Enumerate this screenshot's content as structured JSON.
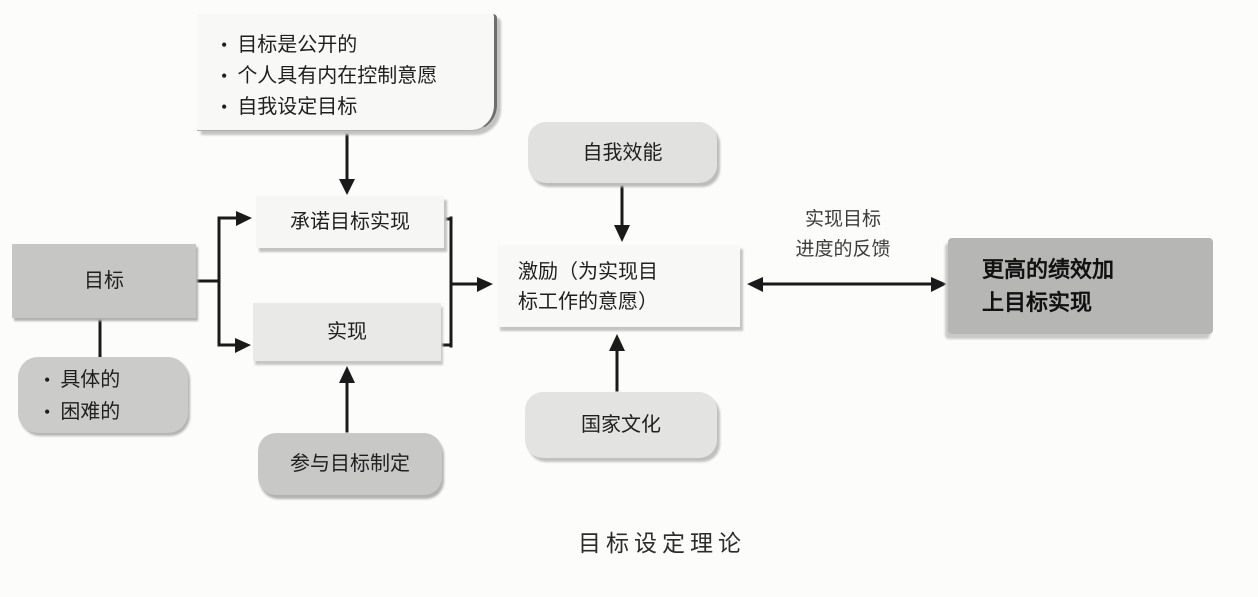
{
  "ui": {
    "bullet": "•"
  },
  "diagram": {
    "caption": "目标设定理论",
    "nodes": {
      "goal_attributes": {
        "lines": [
          "目标是公开的",
          "个人具有内在控制意愿",
          "自我设定目标"
        ]
      },
      "goal": {
        "label": "目标"
      },
      "goal_properties": {
        "lines": [
          "具体的",
          "困难的"
        ]
      },
      "commitment": {
        "label": "承诺目标实现"
      },
      "achievement": {
        "label": "实现"
      },
      "participation": {
        "label": "参与目标制定"
      },
      "self_efficacy": {
        "label": "自我效能"
      },
      "motivation": {
        "lines": [
          "激励（为实现目",
          "标工作的意愿）"
        ]
      },
      "national_culture": {
        "label": "国家文化"
      },
      "feedback": {
        "lines": [
          "实现目标",
          "进度的反馈"
        ]
      },
      "outcome": {
        "lines": [
          "更高的绩效加",
          "上目标实现"
        ]
      }
    },
    "palette": {
      "outcome_box_gray": "#b6b6b4",
      "medium_box_gray": "#c8c8c6",
      "light_box_gray": "#e3e3e1",
      "white_box": "#f8f8f6",
      "arrow_black": "#1a1a1a"
    }
  }
}
